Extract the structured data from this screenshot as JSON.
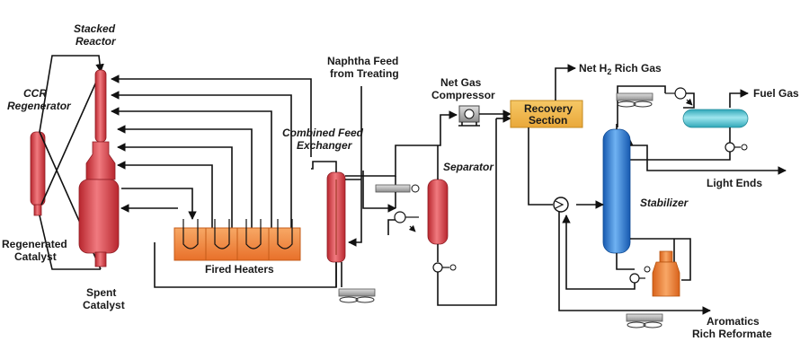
{
  "labels": {
    "stacked_reactor": [
      "Stacked",
      "Reactor"
    ],
    "ccr_regenerator": [
      "CCR",
      "Regenerator"
    ],
    "regenerated_catalyst": [
      "Regenerated",
      "Catalyst"
    ],
    "spent_catalyst": [
      "Spent",
      "Catalyst"
    ],
    "fired_heaters": "Fired Heaters",
    "combined_feed_exchanger": [
      "Combined Feed",
      "Exchanger"
    ],
    "naphtha_feed": [
      "Naphtha Feed",
      "from Treating"
    ],
    "net_gas_compressor": [
      "Net Gas",
      "Compressor"
    ],
    "separator": "Separator",
    "recovery_section": [
      "Recovery",
      "Section"
    ],
    "net_h2_rich_gas": {
      "prefix": "Net H",
      "sub": "2",
      "suffix": " Rich Gas"
    },
    "fuel_gas": "Fuel Gas",
    "light_ends": "Light Ends",
    "stabilizer": "Stabilizer",
    "aromatics_rich_reformate": [
      "Aromatics",
      "Rich Reformate"
    ]
  },
  "colors": {
    "vessel_red": "#d9434b",
    "heater_orange": "#f08a3a",
    "recovery_gold": "#f2b84a",
    "stabilizer_blue": "#2f7fd6",
    "drum_cyan": "#4fc4d4",
    "pump_orange": "#ef7f2f"
  }
}
